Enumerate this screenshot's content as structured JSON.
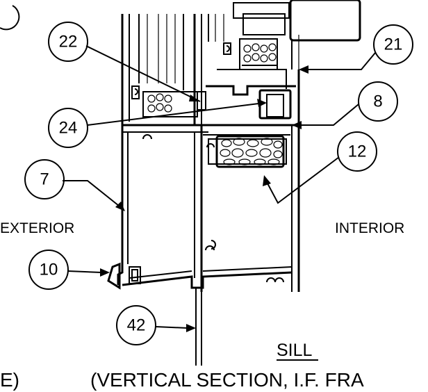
{
  "callouts": [
    "22",
    "21",
    "8",
    "24",
    "12",
    "7",
    "10",
    "42"
  ],
  "labels": {
    "exterior": "EXTERIOR",
    "interior": "INTERIOR",
    "title": "SILL",
    "caption": "(VERTICAL SECTION, I.F. FRA",
    "caption_left": "E)"
  }
}
